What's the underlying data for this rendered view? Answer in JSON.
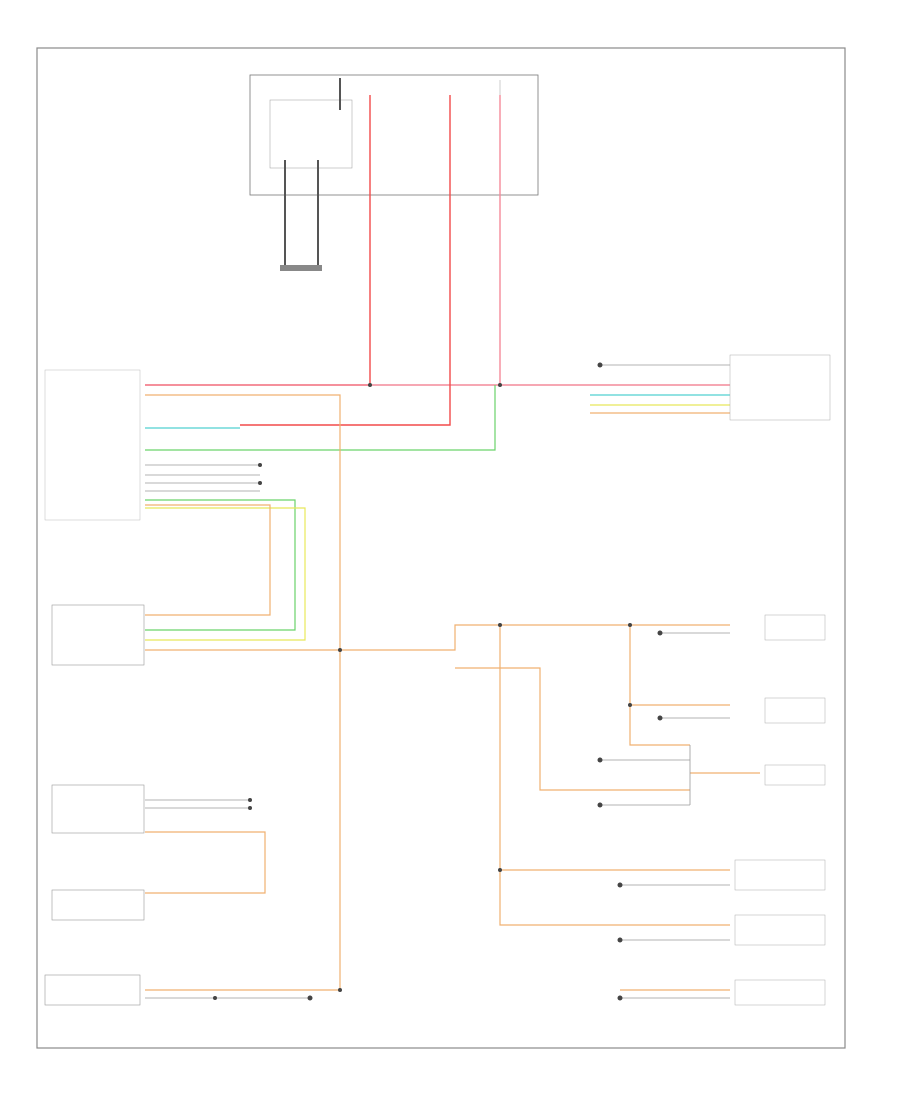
{
  "diagram": {
    "footer_code": "",
    "wire_colors": {
      "red": "#f24a4a",
      "pink": "#f48a9a",
      "green": "#6ad36a",
      "cyan": "#52d0d0",
      "orange": "#f0b070",
      "yellow": "#e8e85a",
      "gray": "#9a9a9a",
      "frame": "#8a8a8a"
    },
    "components": [
      {
        "id": "fuse-block",
        "label": ""
      },
      {
        "id": "cluster",
        "label": ""
      },
      {
        "id": "headlamp-switch",
        "label": ""
      },
      {
        "id": "transmission-module",
        "label": ""
      },
      {
        "id": "right-side-module",
        "label": ""
      },
      {
        "id": "lamp-bank",
        "label": ""
      }
    ]
  }
}
